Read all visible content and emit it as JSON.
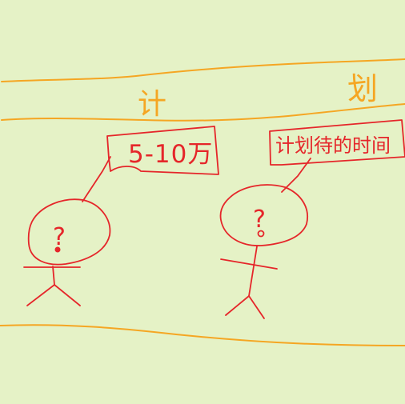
{
  "colors": {
    "background": "#e5f2c6",
    "band": "#f5a623",
    "ink": "#e5262a"
  },
  "title": {
    "left_char": "计",
    "right_char": "划"
  },
  "left_figure": {
    "head_mark": "?",
    "speech_text": "5-10万"
  },
  "right_figure": {
    "head_mark": "?",
    "speech_text": "计划待的时间"
  }
}
